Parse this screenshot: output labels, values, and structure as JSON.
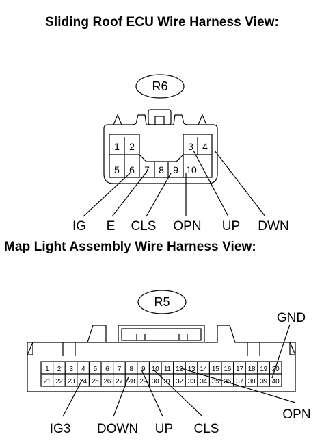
{
  "titles": {
    "sliding_roof": "Sliding Roof ECU Wire Harness View:",
    "map_light": "Map Light Assembly Wire Harness View:"
  },
  "connector_r6": {
    "code": "R6",
    "pins_top": [
      "1",
      "2",
      "3",
      "4"
    ],
    "pins_bottom": [
      "5",
      "6",
      "7",
      "8",
      "9",
      "10"
    ],
    "signals": {
      "ig": "IG",
      "e": "E",
      "cls": "CLS",
      "opn": "OPN",
      "up": "UP",
      "dwn": "DWN"
    }
  },
  "connector_r5": {
    "code": "R5",
    "pins_row1": [
      "1",
      "2",
      "3",
      "4",
      "5",
      "6",
      "7",
      "8",
      "9",
      "10",
      "11",
      "12",
      "13",
      "14",
      "15",
      "16",
      "17",
      "18",
      "19",
      "20"
    ],
    "pins_row2": [
      "21",
      "22",
      "23",
      "24",
      "25",
      "26",
      "27",
      "28",
      "29",
      "30",
      "31",
      "32",
      "33",
      "34",
      "35",
      "36",
      "37",
      "38",
      "39",
      "40"
    ],
    "signals": {
      "gnd": "GND",
      "opn": "OPN",
      "ig3": "IG3",
      "down": "DOWN",
      "up": "UP",
      "cls": "CLS"
    }
  }
}
